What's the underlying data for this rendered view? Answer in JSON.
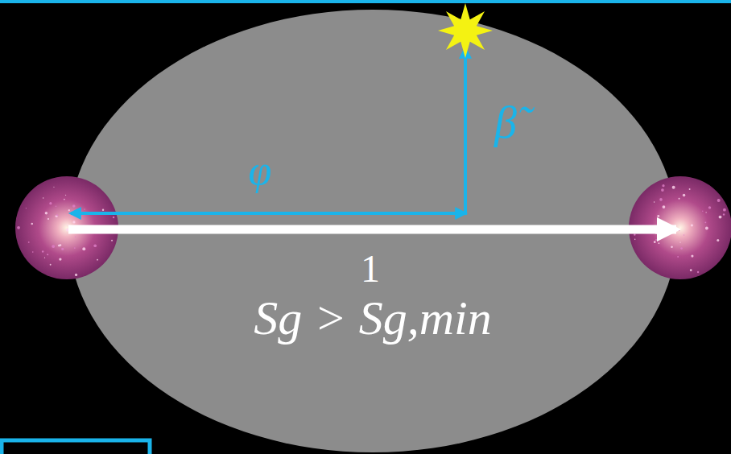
{
  "diagram": {
    "nodes": [
      {
        "text": [
          "Sg > Sg,min"
        ]
      }
    ],
    "labels": [
      "φ",
      "β̃",
      "1"
    ]
  }
}
